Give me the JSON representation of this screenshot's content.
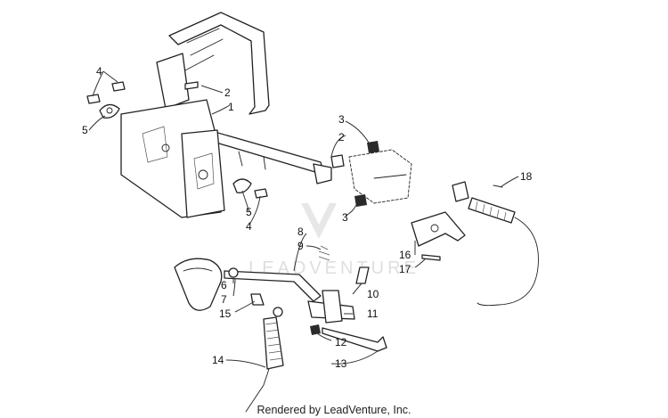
{
  "diagram": {
    "callouts": [
      {
        "id": "c1",
        "label": "1"
      },
      {
        "id": "c2a",
        "label": "2"
      },
      {
        "id": "c2b",
        "label": "2"
      },
      {
        "id": "c3a",
        "label": "3"
      },
      {
        "id": "c3b",
        "label": "3"
      },
      {
        "id": "c4a",
        "label": "4"
      },
      {
        "id": "c4b",
        "label": "4"
      },
      {
        "id": "c5a",
        "label": "5"
      },
      {
        "id": "c5b",
        "label": "5"
      },
      {
        "id": "c6",
        "label": "6"
      },
      {
        "id": "c7",
        "label": "7"
      },
      {
        "id": "c8",
        "label": "8"
      },
      {
        "id": "c9",
        "label": "9"
      },
      {
        "id": "c10",
        "label": "10"
      },
      {
        "id": "c11",
        "label": "11"
      },
      {
        "id": "c12",
        "label": "12"
      },
      {
        "id": "c13",
        "label": "13"
      },
      {
        "id": "c14",
        "label": "14"
      },
      {
        "id": "c15",
        "label": "15"
      },
      {
        "id": "c16",
        "label": "16"
      },
      {
        "id": "c17",
        "label": "17"
      },
      {
        "id": "c18",
        "label": "18"
      }
    ],
    "watermark": "LEADVENTURE",
    "footer": "Rendered by LeadVenture, Inc."
  }
}
